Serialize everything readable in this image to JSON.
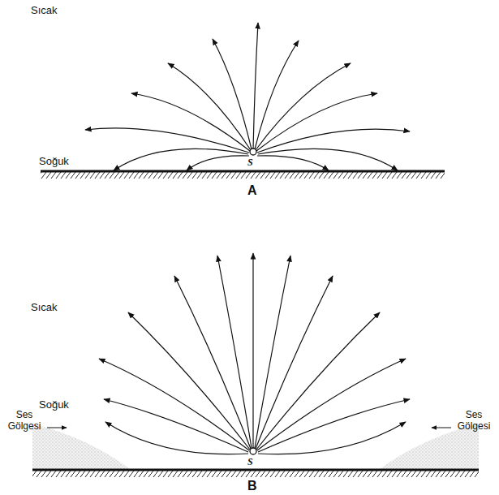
{
  "diagram": {
    "labels": [
      "Sıcak",
      "Soğuk",
      "S",
      "A",
      "Sıcak",
      "Soğuk",
      "Ses Gölgesi",
      "Ses Gölgesi",
      "S",
      "B"
    ]
  }
}
